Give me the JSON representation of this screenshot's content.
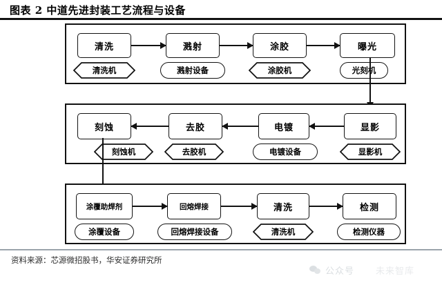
{
  "figure": {
    "title": "图表 2 中道先进封装工艺流程与设备",
    "source": "资料来源：芯源微招股书，华安证券研究所"
  },
  "watermark": {
    "icon": "wechat-icon",
    "label": "公众号",
    "account": "未来智库"
  },
  "diagram": {
    "type": "process-flow",
    "rows": [
      {
        "id": "row-1",
        "direction": "left-to-right",
        "steps": [
          {
            "process": "清洗",
            "equipment": "清洗机",
            "shape": "hexagon"
          },
          {
            "process": "溅射",
            "equipment": "溅射设备",
            "shape": "pill"
          },
          {
            "process": "涂胶",
            "equipment": "涂胶机",
            "shape": "hexagon"
          },
          {
            "process": "曝光",
            "equipment": "光刻机",
            "shape": "pill"
          }
        ]
      },
      {
        "id": "row-2",
        "direction": "right-to-left",
        "steps": [
          {
            "process": "刻蚀",
            "equipment": "刻蚀机",
            "shape": "hexagon"
          },
          {
            "process": "去胶",
            "equipment": "去胶机",
            "shape": "hexagon"
          },
          {
            "process": "电镀",
            "equipment": "电镀设备",
            "shape": "pill"
          },
          {
            "process": "显影",
            "equipment": "显影机",
            "shape": "hexagon"
          }
        ]
      },
      {
        "id": "row-3",
        "direction": "left-to-right",
        "steps": [
          {
            "process": "涂覆助焊剂",
            "equipment": "涂覆设备",
            "shape": "pill"
          },
          {
            "process": "回熔焊接",
            "equipment": "回熔焊接设备",
            "shape": "pill"
          },
          {
            "process": "清洗",
            "equipment": "清洗机",
            "shape": "hexagon"
          },
          {
            "process": "检测",
            "equipment": "检测仪器",
            "shape": "pill"
          }
        ]
      }
    ],
    "connectors": [
      {
        "from": "曝光",
        "to": "显影",
        "orientation": "vertical"
      },
      {
        "from": "刻蚀",
        "to": "涂覆助焊剂",
        "orientation": "vertical"
      }
    ]
  },
  "colors": {
    "line": "#111111",
    "background": "#ffffff",
    "rule": "#9aa3ab",
    "watermark": "#b7bec4"
  }
}
